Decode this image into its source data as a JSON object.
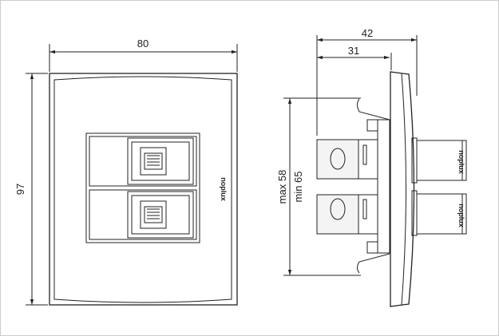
{
  "front_view": {
    "width_label": "80",
    "height_label": "97",
    "brand": "noplux"
  },
  "side_view": {
    "depth_total_label": "42",
    "depth_label": "31",
    "mount_max_label": "max 58",
    "mount_min_label": "min 65",
    "brand_top": "noplux",
    "brand_bottom": "noplux"
  }
}
